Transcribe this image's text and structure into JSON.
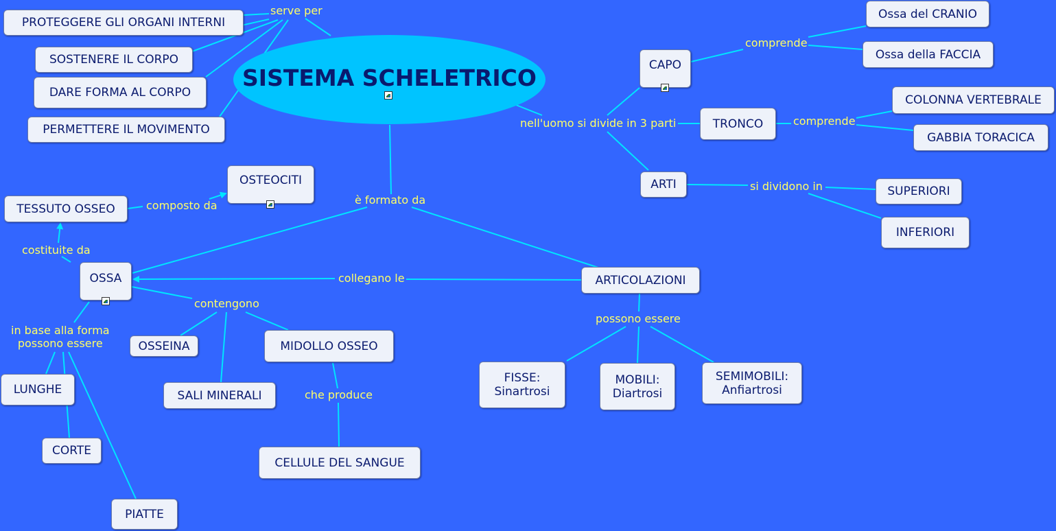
{
  "colors": {
    "background": "#3366ff",
    "title_ellipse": "#00c4ff",
    "link_label": "#ffff66",
    "line": "#00e5ff",
    "node_bg": "#eef2fa",
    "node_text": "#0a1a6e"
  },
  "title": "SISTEMA SCHELETRICO",
  "nodes": {
    "proteggere": "PROTEGGERE GLI ORGANI INTERNI",
    "sostenere": "SOSTENERE IL CORPO",
    "dare_forma": "DARE FORMA AL CORPO",
    "permettere": "PERMETTERE IL MOVIMENTO",
    "capo": "CAPO",
    "tronco": "TRONCO",
    "arti": "ARTI",
    "cranio": "Ossa del CRANIO",
    "faccia": "Ossa della FACCIA",
    "colonna": "COLONNA VERTEBRALE",
    "gabbia": "GABBIA TORACICA",
    "superiori": "SUPERIORI",
    "inferiori": "INFERIORI",
    "osteociti": "OSTEOCITI",
    "tessuto": "TESSUTO OSSEO",
    "ossa": "OSSA",
    "articolazioni": "ARTICOLAZIONI",
    "osseina": "OSSEINA",
    "sali": "SALI MINERALI",
    "midollo": "MIDOLLO OSSEO",
    "cellule": "CELLULE DEL SANGUE",
    "lunghe": "LUNGHE",
    "corte": "CORTE",
    "piatte": "PIATTE",
    "fisse": "FISSE:\nSinartrosi",
    "mobili": "MOBILI:\nDiartrosi",
    "semimobili": "SEMIMOBILI:\nAnfiartrosi"
  },
  "links": {
    "serve_per": "serve per",
    "nelluomo": "nell'uomo si divide in 3 parti",
    "comprende_capo": "comprende",
    "comprende_tronco": "comprende",
    "si_dividono": "si dividono in",
    "formato_da": "è formato da",
    "composto_da": "composto da",
    "costituite_da": "costituite da",
    "collegano": "collegano le",
    "contengono": "contengono",
    "in_base": "in base alla forma\npossono essere",
    "che_produce": "che produce",
    "possono_essere": "possono essere"
  },
  "icons": [
    "image-icon"
  ]
}
